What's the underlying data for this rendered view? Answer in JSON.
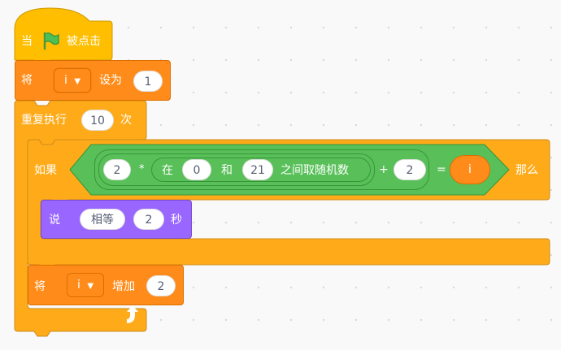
{
  "when_flag": {
    "prefix": "当",
    "suffix": "被点击",
    "flag_color": "#4cbf56"
  },
  "set_var": {
    "label": "将",
    "var_name": "i",
    "to_label": "设为",
    "value": "1"
  },
  "repeat": {
    "label": "重复执行",
    "count": "10",
    "suffix": "次"
  },
  "if_block": {
    "label": "如果",
    "then_label": "那么",
    "multiply": {
      "left": "2",
      "op": "*"
    },
    "random": {
      "label": "在",
      "from": "0",
      "and_label": "和",
      "to": "21",
      "suffix": "之间取随机数"
    },
    "plus": {
      "op": "+",
      "right": "2"
    },
    "equals": {
      "op": "=",
      "var_name": "i"
    }
  },
  "say": {
    "label": "说",
    "message": "相等",
    "secs": "2",
    "secs_label": "秒"
  },
  "change_var": {
    "label": "将",
    "var_name": "i",
    "by_label": "增加",
    "value": "2"
  },
  "colors": {
    "events": "#ffbf00",
    "variables": "#ff8c1a",
    "control": "#ffab19",
    "operators": "#59c059",
    "looks": "#9966ff"
  }
}
